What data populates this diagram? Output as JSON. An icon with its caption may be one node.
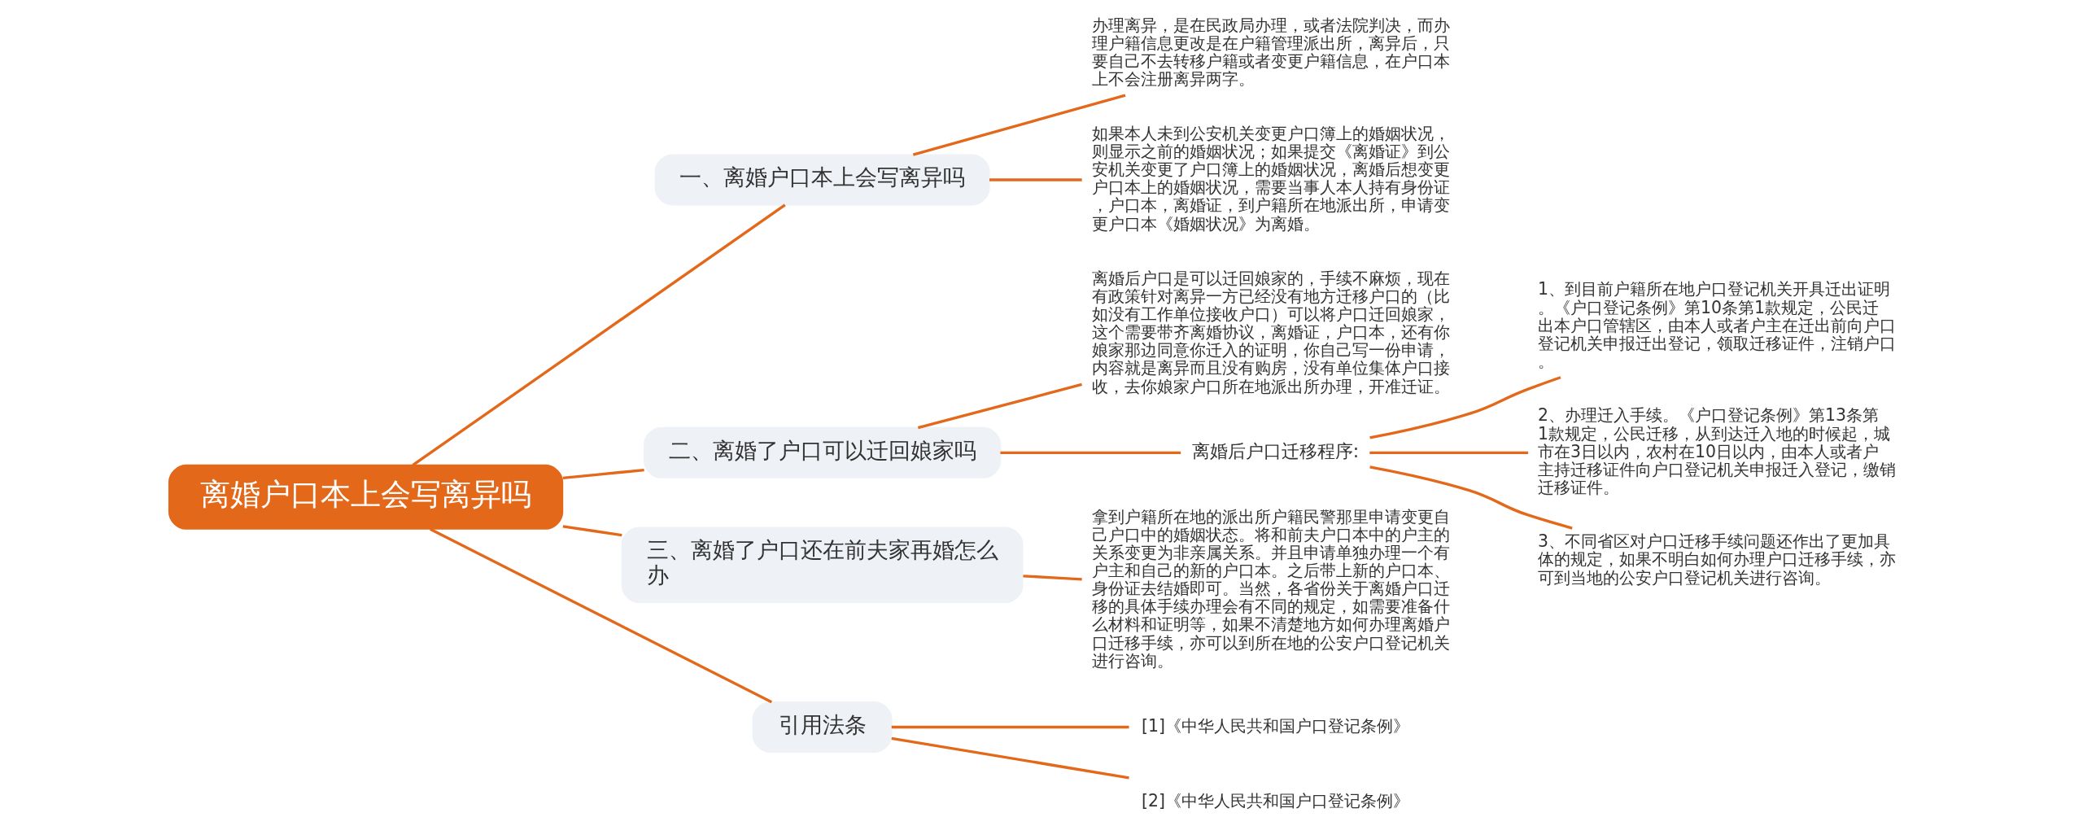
{
  "diagram": {
    "nodes": [
      {
        "text": [
          "离婚户口本上会写离异吗"
        ]
      },
      {
        "text": [
          "一、离婚户口本上会写离异吗"
        ]
      },
      {
        "text": [
          "办理离异，是在民政局办理，或者法院判决，而办理户籍信息更改是在户籍管理派出所，离异后，只要自己不去转移户籍或者变更户籍信息，在户口本上不会注册离异两字。"
        ]
      },
      {
        "text": [
          "如果本人未到公安机关变更户口簿上的婚姻状况，则显示之前的婚姻状况；如果提交《离婚证》到公安机关变更了户口簿上的婚姻状况，离婚后想变更户口本上的婚姻状况，需要当事人本人持有身份证，户口本，离婚证，到户籍所在地派出所，申请变更户口本《婚姻状况》为离婚。"
        ]
      },
      {
        "text": [
          "二、离婚了户口可以迁回娘家吗"
        ]
      },
      {
        "text": [
          "离婚后户口是可以迁回娘家的，手续不麻烦，现在有政策针对离异一方已经没有地方迁移户口的（比如没有工作单位接收户口）可以将户口迁回娘家，这个需要带齐离婚协议，离婚证，户口本，还有你娘家那边同意你迁入的证明，你自己写一份申请，内容就是离异而且没有购房，没有单位集体户口接收，去你娘家户口所在地派出所办理，开准迁证。"
        ]
      },
      {
        "text": [
          "离婚后户口迁移程序:"
        ]
      },
      {
        "text": [
          "1、到目前户籍所在地户口登记机关开具迁出证明。《户口登记条例》第10条第1款规定，公民迁出本户口管辖区，由本人或者户主在迁出前向户口登记机关申报迁出登记，领取迁移证件，注销户口。"
        ]
      },
      {
        "text": [
          "2、办理迁入手续。《户口登记条例》第13条第1款规定，公民迁移，从到达迁入地的时候起，城市在3日以内，农村在10日以内，由本人或者户主持迁移证件向户口登记机关申报迁入登记，缴销迁移证件。"
        ]
      },
      {
        "text": [
          "3、不同省区对户口迁移手续问题还作出了更加具体的规定，如果不明白如何办理户口迁移手续，亦可到当地的公安户口登记机关进行咨询。"
        ]
      },
      {
        "text": [
          "三、离婚了户口还在前夫家再婚怎么办"
        ]
      },
      {
        "text": [
          "拿到户籍所在地的派出所户籍民警那里申请变更自己户口中的婚姻状态。将和前夫户口本中的户主的关系变更为非亲属关系。并且申请单独办理一个有户主和自己的新的户口本。之后带上新的户口本、身份证去结婚即可。当然，各省份关于离婚户口迁移的具体手续办理会有不同的规定，如需要准备什么材料和证明等，如果不清楚地方如何办理离婚户口迁移手续，亦可以到所在地的公安户口登记机关进行咨询。"
        ]
      },
      {
        "text": [
          "引用法条"
        ]
      },
      {
        "text": [
          "[1]《中华人民共和国户口登记条例》"
        ]
      },
      {
        "text": [
          "[2]《中华人民共和国户口登记条例》"
        ]
      }
    ],
    "edges": [
      {
        "from": 0,
        "to": 1,
        "arrow": "none"
      },
      {
        "from": 1,
        "to": 2,
        "arrow": "none"
      },
      {
        "from": 1,
        "to": 3,
        "arrow": "none"
      },
      {
        "from": 0,
        "to": 4,
        "arrow": "none"
      },
      {
        "from": 4,
        "to": 5,
        "arrow": "none"
      },
      {
        "from": 4,
        "to": 6,
        "arrow": "none"
      },
      {
        "from": 6,
        "to": 7,
        "arrow": "none"
      },
      {
        "from": 6,
        "to": 8,
        "arrow": "none"
      },
      {
        "from": 6,
        "to": 9,
        "arrow": "none"
      },
      {
        "from": 0,
        "to": 10,
        "arrow": "none"
      },
      {
        "from": 10,
        "to": 11,
        "arrow": "none"
      },
      {
        "from": 0,
        "to": 12,
        "arrow": "none"
      },
      {
        "from": 12,
        "to": 13,
        "arrow": "none"
      },
      {
        "from": 12,
        "to": 14,
        "arrow": "none"
      }
    ]
  }
}
